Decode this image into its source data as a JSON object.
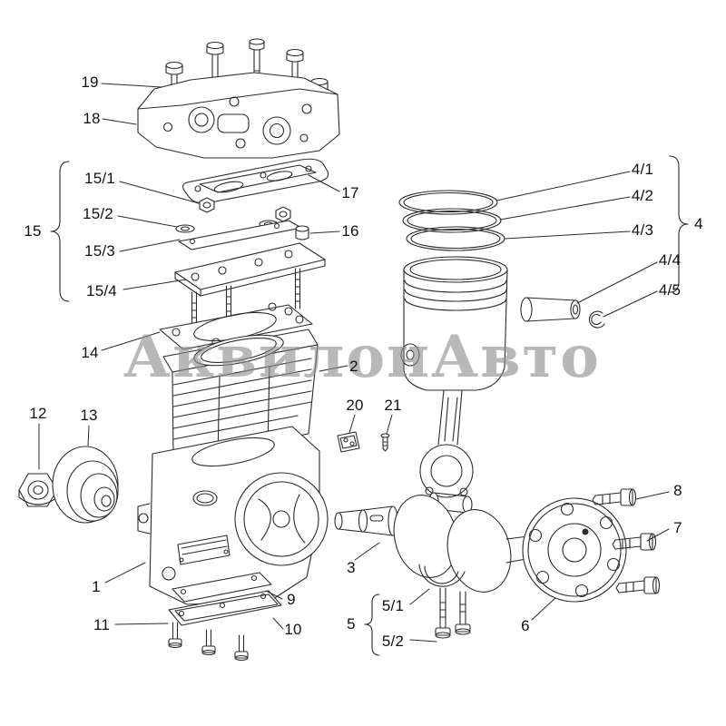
{
  "watermark": "АквилонАвто",
  "callouts": {
    "c1": "1",
    "c2": "2",
    "c3": "3",
    "c4": "4",
    "c4_1": "4/1",
    "c4_2": "4/2",
    "c4_3": "4/3",
    "c4_4": "4/4",
    "c4_5": "4/5",
    "c5": "5",
    "c5_1": "5/1",
    "c5_2": "5/2",
    "c6": "6",
    "c7": "7",
    "c8": "8",
    "c9": "9",
    "c10": "10",
    "c11": "11",
    "c12": "12",
    "c13": "13",
    "c14": "14",
    "c15": "15",
    "c15_1": "15/1",
    "c15_2": "15/2",
    "c15_3": "15/3",
    "c15_4": "15/4",
    "c16": "16",
    "c17": "17",
    "c18": "18",
    "c19": "19",
    "c20": "20",
    "c21": "21"
  }
}
